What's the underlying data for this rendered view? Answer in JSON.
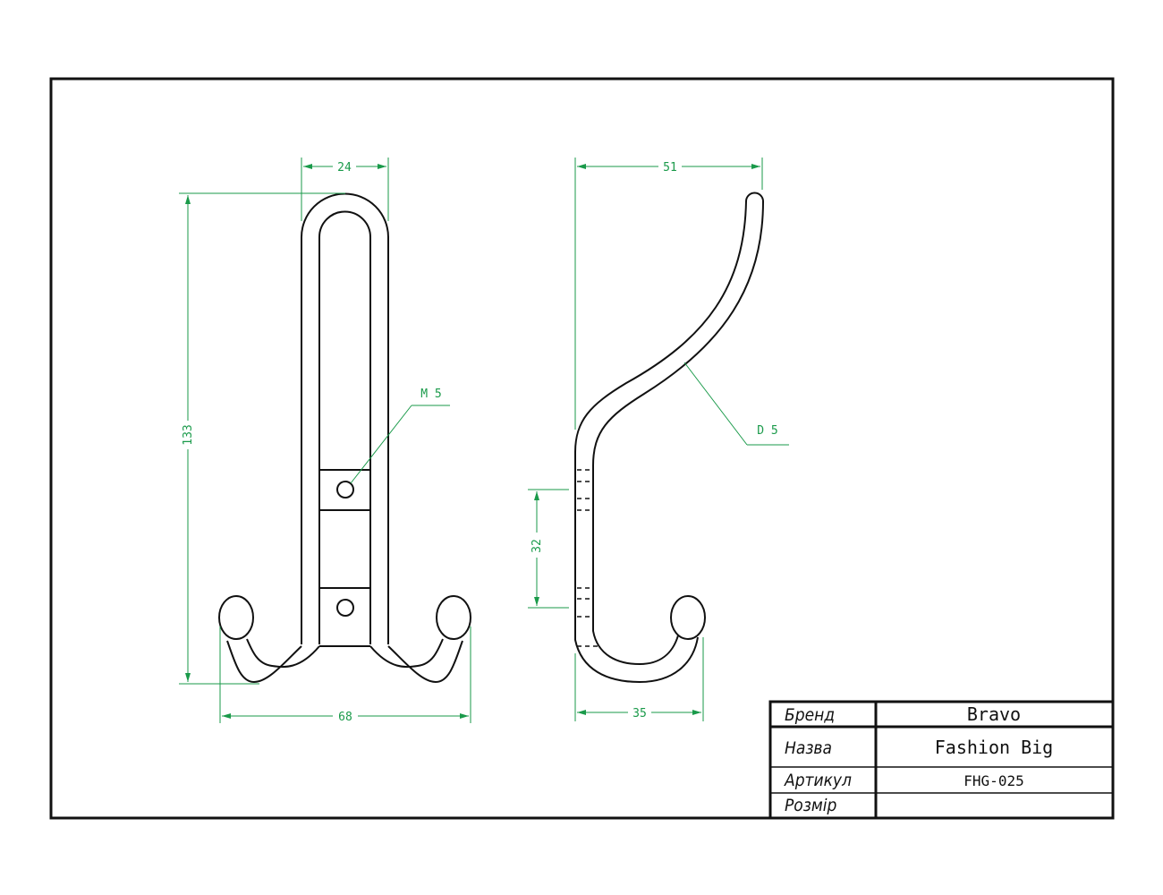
{
  "front_view": {
    "dim_width_top": "24",
    "dim_height": "133",
    "dim_width_bottom": "68",
    "thread_label": "M 5"
  },
  "side_view": {
    "dim_depth": "51",
    "dim_hole_spacing": "32",
    "dim_hook_depth": "35",
    "wire_label": "D 5"
  },
  "title_block": {
    "brand_label": "Бренд",
    "brand_value": "Bravo",
    "name_label": "Назва",
    "name_value": "Fashion Big",
    "article_label": "Артикул",
    "article_value": "FHG-025",
    "size_label": "Розмір",
    "size_value": ""
  },
  "colors": {
    "outline": "#111111",
    "dimension": "#1a9a4a",
    "background": "#ffffff"
  }
}
